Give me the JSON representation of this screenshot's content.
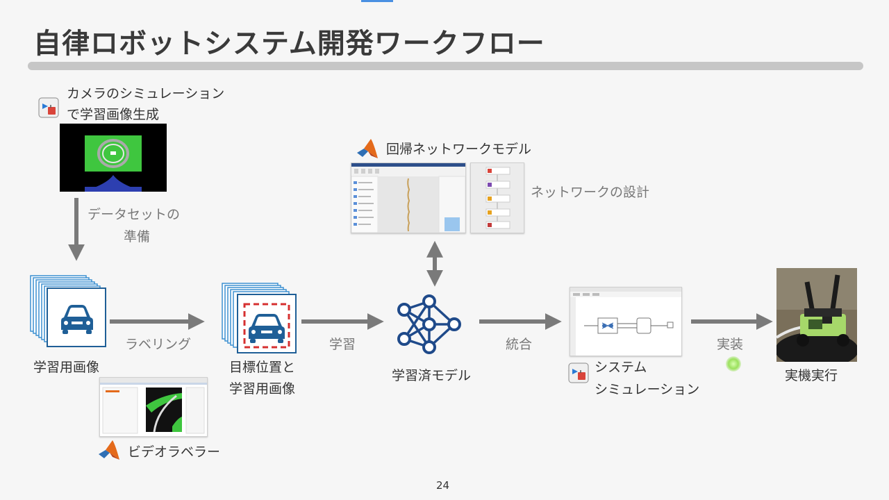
{
  "slide": {
    "title": "自律ロボットシステム開発ワークフロー",
    "page_number": "24"
  },
  "labels": {
    "camera_sim_line1": "カメラのシミュレーション",
    "camera_sim_line2": "で学習画像生成",
    "dataset_line1": "データセットの",
    "dataset_line2": "準備",
    "training_images": "学習用画像",
    "labeling": "ラベリング",
    "target_line1": "目標位置と",
    "target_line2": "学習用画像",
    "video_labeler": "ビデオラベラー",
    "learning": "学習",
    "regression_model": "回帰ネットワークモデル",
    "network_design": "ネットワークの設計",
    "trained_model": "学習済モデル",
    "integration": "統合",
    "system_line1": "システム",
    "system_line2": "シミュレーション",
    "implementation": "実装",
    "real_robot": "実機実行"
  },
  "colors": {
    "arrow": "#7a7a7a",
    "icon_blue": "#1f5f97",
    "sim_green": "#3fc63f",
    "matlab_orange": "#e46a1b",
    "label_dash": "#d63030"
  },
  "icons": [
    "simulink-block-icon",
    "matlab-logo-icon",
    "car-icon",
    "neural-network-icon"
  ]
}
